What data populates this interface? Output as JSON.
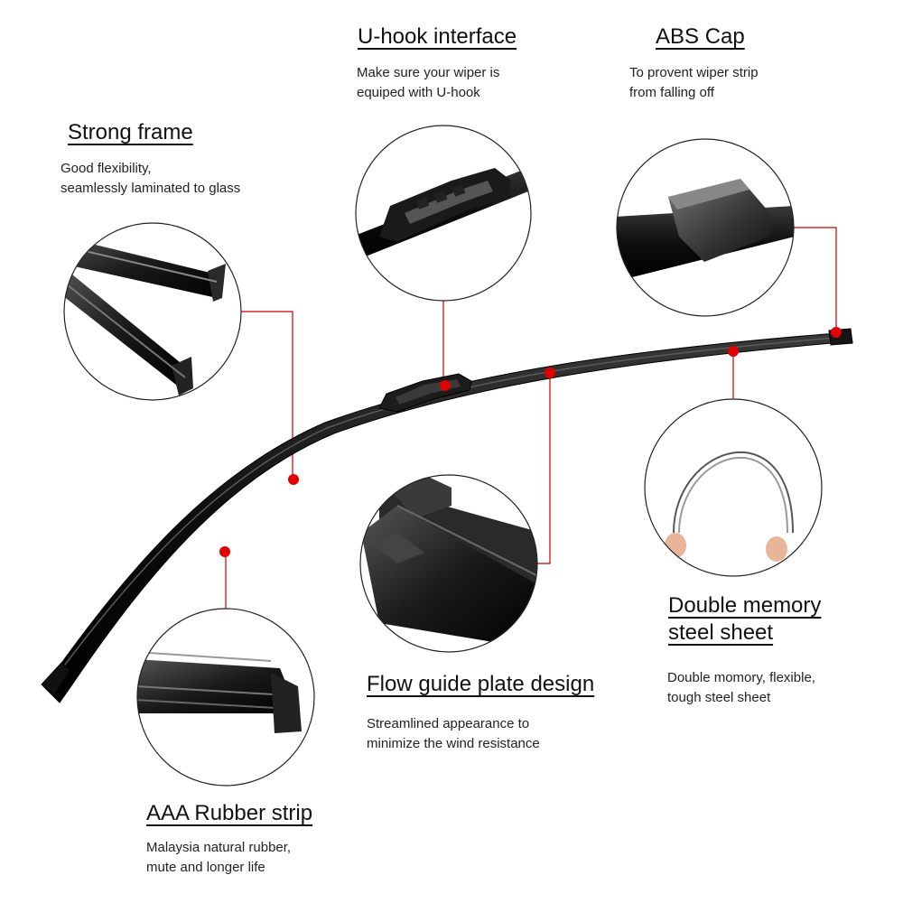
{
  "accent_color": "#e00000",
  "features": {
    "strong_frame": {
      "title": "Strong frame",
      "desc_line1": "Good flexibility,",
      "desc_line2": "seamlessly laminated to glass"
    },
    "u_hook": {
      "title": "U-hook interface",
      "desc_line1": "Make sure your wiper is",
      "desc_line2": "equiped with U-hook"
    },
    "abs_cap": {
      "title": "ABS Cap",
      "desc_line1": "To provent wiper strip",
      "desc_line2": "from falling off"
    },
    "steel_sheet": {
      "title_line1": "Double memory",
      "title_line2": "steel sheet",
      "desc_line1": "Double momory, flexible,",
      "desc_line2": "tough steel sheet"
    },
    "flow_guide": {
      "title": "Flow guide plate design",
      "desc_line1": "Streamlined appearance to",
      "desc_line2": "minimize the wind resistance"
    },
    "rubber_strip": {
      "title": "AAA Rubber strip",
      "desc_line1": "Malaysia natural rubber,",
      "desc_line2": "mute and longer life"
    }
  }
}
